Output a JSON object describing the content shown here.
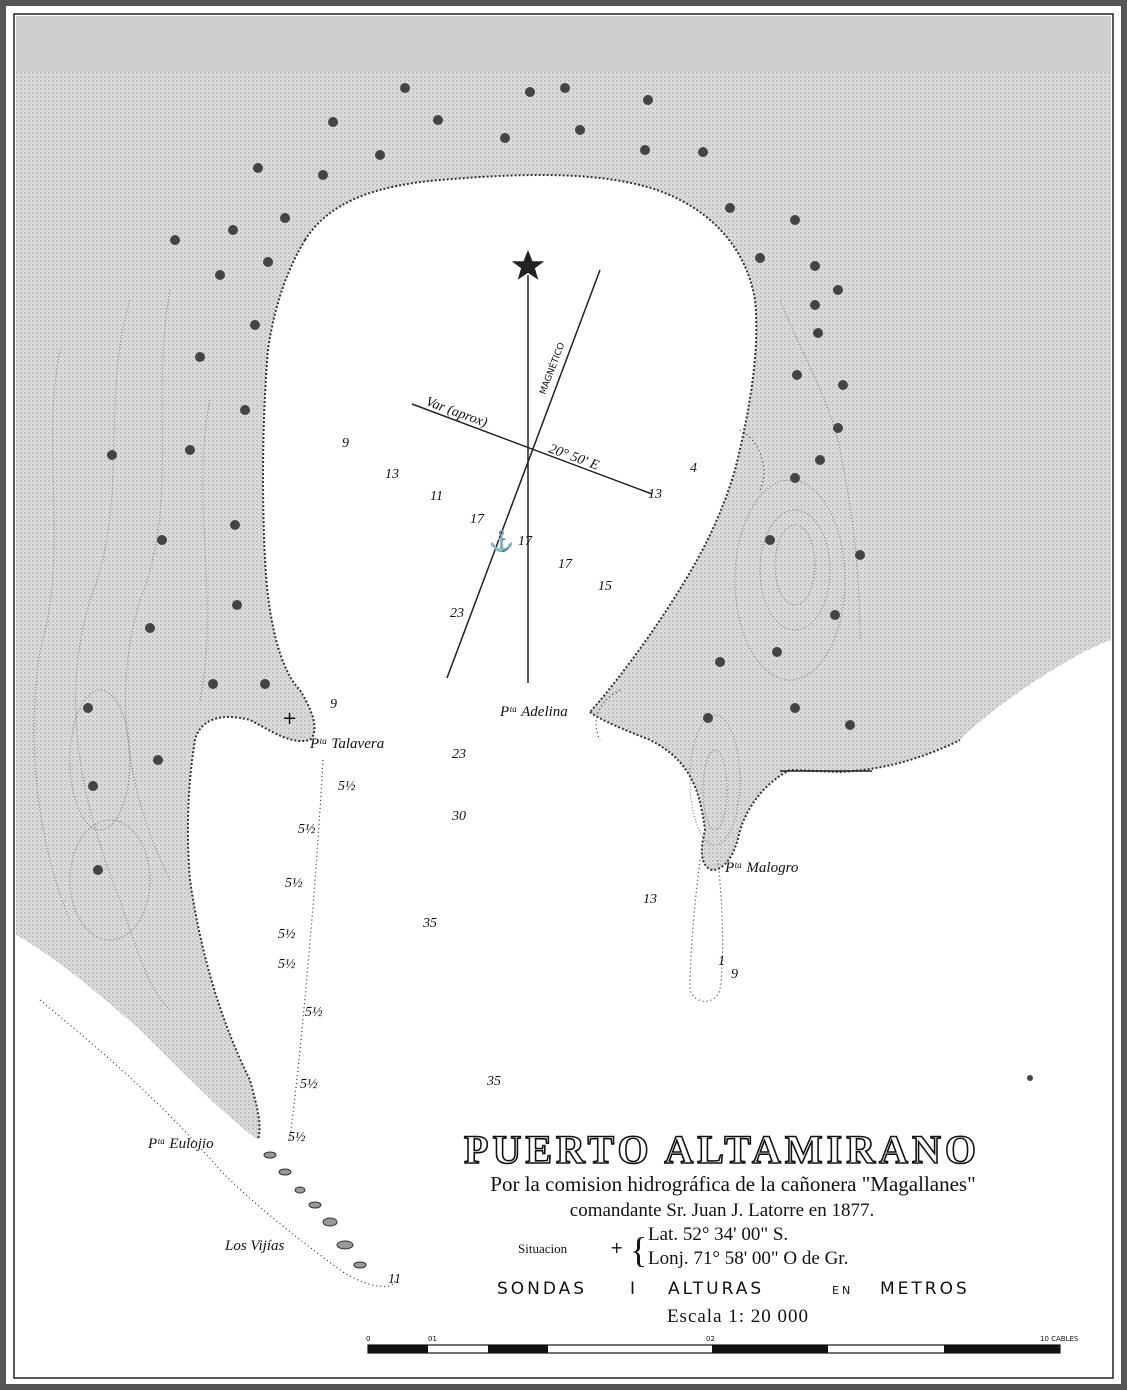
{
  "map": {
    "title": "PUERTO ALTAMIRANO",
    "subtitle_line1": "Por la comision hidrográfica de la cañonera \"Magallanes\"",
    "subtitle_line2": "comandante Sr. Juan J. Latorre en 1877.",
    "situacion_label": "Situacion",
    "lat": "Lat. 52° 34' 00\" S.",
    "lon": "Lonj. 71° 58' 00\" O de Gr.",
    "sondas_a": "SONDAS",
    "sondas_b": "I",
    "sondas_c": "ALTURAS",
    "sondas_d": "EN",
    "sondas_e": "METROS",
    "escala": "Escala 1: 20 000",
    "scale_ticks": [
      "0",
      "01",
      "02",
      "10 CABLES"
    ],
    "compass_var": "Var (aprox)",
    "compass_deg": "20° 50' E",
    "compass_mag": "MAGNÉTICO"
  },
  "places": [
    {
      "name": "Pᵗᵃ Talavera"
    },
    {
      "name": "Pᵗᵃ Adelina"
    },
    {
      "name": "Pᵗᵃ Malogro"
    },
    {
      "name": "Pᵗᵃ Eulojio"
    },
    {
      "name": "Los Vijías"
    }
  ],
  "soundings": [
    {
      "v": "9"
    },
    {
      "v": "13"
    },
    {
      "v": "11"
    },
    {
      "v": "17"
    },
    {
      "v": "17"
    },
    {
      "v": "17"
    },
    {
      "v": "15"
    },
    {
      "v": "23"
    },
    {
      "v": "13"
    },
    {
      "v": "4"
    },
    {
      "v": "9"
    },
    {
      "v": "23"
    },
    {
      "v": "30"
    },
    {
      "v": "35"
    },
    {
      "v": "13"
    },
    {
      "v": "9"
    },
    {
      "v": "35"
    },
    {
      "v": "11"
    },
    {
      "v": "1"
    },
    {
      "v": "5½"
    },
    {
      "v": "5½"
    },
    {
      "v": "5½"
    },
    {
      "v": "5½"
    },
    {
      "v": "5½"
    },
    {
      "v": "5½"
    },
    {
      "v": "5½"
    },
    {
      "v": "5½"
    }
  ],
  "colors": {
    "water": "#ececec",
    "land": "#d9d9d9",
    "ink": "#1a1a1a",
    "border": "#2b2b2b"
  }
}
